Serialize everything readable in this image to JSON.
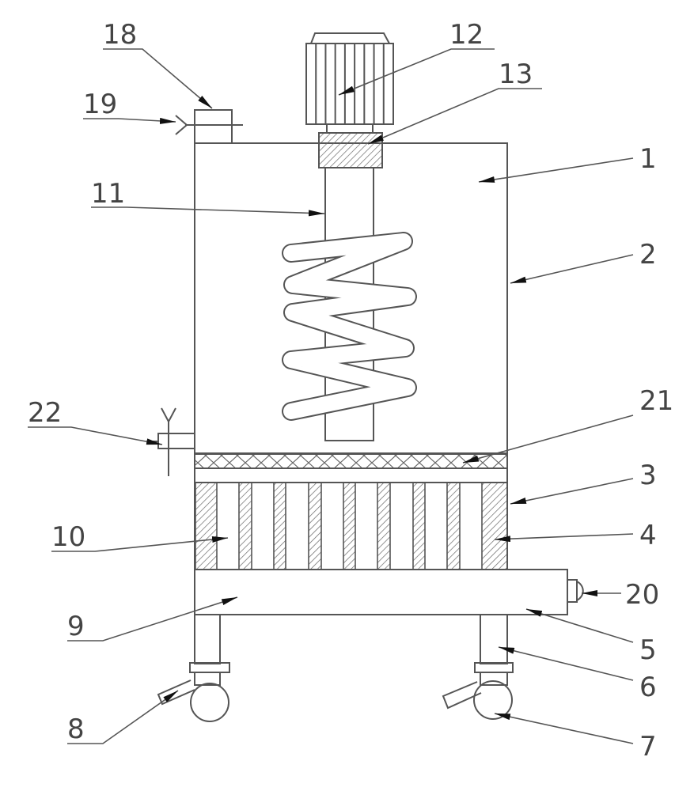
{
  "labels": {
    "l1": "1",
    "l2": "2",
    "l3": "3",
    "l4": "4",
    "l5": "5",
    "l6": "6",
    "l7": "7",
    "l8": "8",
    "l9": "9",
    "l10": "10",
    "l11": "11",
    "l12": "12",
    "l13": "13",
    "l18": "18",
    "l19": "19",
    "l20": "20",
    "l21": "21",
    "l22": "22"
  },
  "colors": {
    "line": "#555555",
    "background": "#ffffff"
  }
}
